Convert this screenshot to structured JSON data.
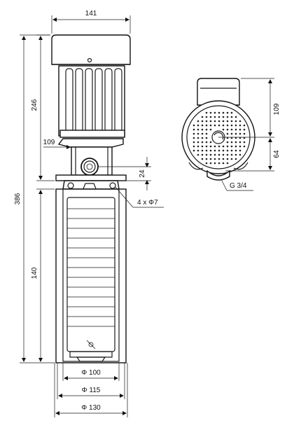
{
  "dimensions": {
    "motor_width": "141",
    "overall_height": "386",
    "motor_height": "246",
    "flange_offset": "109",
    "outlet_offset": "24",
    "column_height": "140",
    "bolt_holes": "4 x Φ7",
    "dia_inner": "Φ 100",
    "dia_mid": "Φ 115",
    "dia_outer": "Φ 130",
    "top_view_upper": "109",
    "top_view_lower": "64",
    "thread": "G 3/4"
  }
}
